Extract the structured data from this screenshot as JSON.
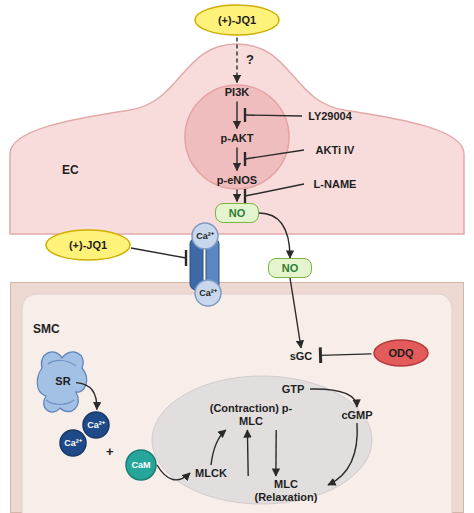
{
  "diagram": {
    "nodes": [
      {
        "text": [
          "(+)-JQ1"
        ]
      },
      {
        "text": [
          "EC"
        ]
      },
      {
        "text": [
          "PI3K"
        ],
        "in": 1
      },
      {
        "text": [
          "LY29004"
        ],
        "in": 1
      },
      {
        "text": [
          "p-AKT"
        ],
        "in": 1
      },
      {
        "text": [
          "AKTi IV"
        ],
        "in": 1
      },
      {
        "text": [
          "p-eNOS"
        ],
        "in": 1
      },
      {
        "text": [
          "L-NAME"
        ],
        "in": 1
      },
      {
        "text": [
          "NO"
        ],
        "in": 1
      },
      {
        "text": [
          "(+)-JQ1"
        ]
      },
      {
        "text": [
          "Ca²⁺"
        ]
      },
      {
        "text": [
          "NO"
        ]
      },
      {
        "text": [
          "SMC"
        ]
      },
      {
        "text": [
          "Ca²⁺"
        ],
        "in": 12
      },
      {
        "text": [
          "sGC"
        ],
        "in": 12
      },
      {
        "text": [
          "ODQ"
        ],
        "in": 12
      },
      {
        "text": [
          "GTP"
        ],
        "in": 12
      },
      {
        "text": [
          "cGMP"
        ],
        "in": 12
      },
      {
        "text": [
          "SR"
        ],
        "in": 12
      },
      {
        "text": [
          "Ca²⁺"
        ],
        "in": 12
      },
      {
        "text": [
          "Ca²⁺"
        ],
        "in": 12
      },
      {
        "text": [
          "CaM"
        ],
        "in": 12
      },
      {
        "text": [
          "(Contraction) p-MLC"
        ],
        "in": 12
      },
      {
        "text": [
          "MLCK"
        ],
        "in": 12
      },
      {
        "text": [
          "MLC (Relaxation)"
        ],
        "in": 12
      }
    ],
    "edges": [
      {
        "from": 0,
        "to": 2,
        "arrow": "to"
      },
      {
        "from": 2,
        "to": 4,
        "arrow": "to"
      },
      {
        "from": 4,
        "to": 6,
        "arrow": "to"
      },
      {
        "from": 6,
        "to": 8,
        "arrow": "to"
      },
      {
        "from": 8,
        "to": 11,
        "arrow": "to"
      },
      {
        "from": 11,
        "to": 14,
        "arrow": "to"
      },
      {
        "from": 15,
        "to": 14,
        "arrow": "none"
      },
      {
        "from": 16,
        "to": 17,
        "arrow": "to"
      },
      {
        "from": 17,
        "to": 24,
        "arrow": "to"
      },
      {
        "from": 22,
        "to": 24,
        "arrow": "to"
      },
      {
        "from": 24,
        "to": 22,
        "arrow": "to"
      },
      {
        "from": 23,
        "to": 22,
        "arrow": "to"
      },
      {
        "from": 21,
        "to": 23,
        "arrow": "to"
      },
      {
        "from": 18,
        "to": 19,
        "arrow": "to"
      }
    ],
    "labels": [
      "?",
      "+"
    ]
  }
}
